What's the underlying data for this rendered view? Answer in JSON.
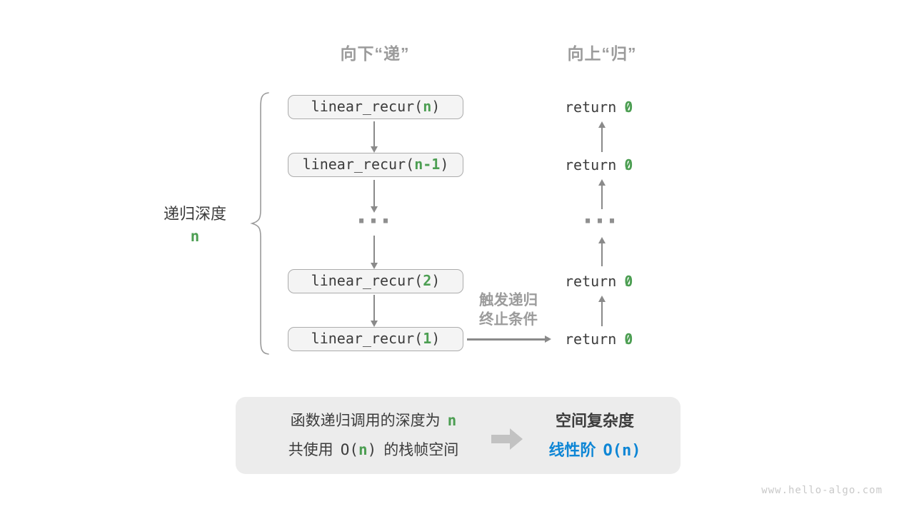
{
  "palette": {
    "green": "#4C9E52",
    "blue": "#0E86D5",
    "gray_text": "#9B9B9B",
    "dark_text": "#3C3C3C",
    "arrow": "#8A8A8A",
    "box_fill": "#F4F4F4",
    "box_border": "#ACACAC",
    "panel_fill": "#ECECEC",
    "block_arrow": "#C2C2C2",
    "brace": "#9A9A9A",
    "watermark": "#C9C9C9"
  },
  "headers": {
    "descend": "向下“递”",
    "ascend": "向上“归”"
  },
  "depth": {
    "label": "递归深度",
    "value": "n"
  },
  "ellipsis": "···",
  "calls": [
    {
      "prefix": "linear_recur(",
      "arg": "n",
      "suffix": ")"
    },
    {
      "prefix": "linear_recur(",
      "arg": "n-1",
      "suffix": ")"
    },
    {
      "prefix": "linear_recur(",
      "arg": "2",
      "suffix": ")"
    },
    {
      "prefix": "linear_recur(",
      "arg": "1",
      "suffix": ")"
    }
  ],
  "returns": [
    {
      "prefix": "return",
      "value": "0"
    },
    {
      "prefix": "return",
      "value": "0"
    },
    {
      "prefix": "return",
      "value": "0"
    },
    {
      "prefix": "return",
      "value": "0"
    }
  ],
  "base_case_note": {
    "line1": "触发递归",
    "line2": "终止条件"
  },
  "summary": {
    "depth_text": "函数递归调用的深度为",
    "depth_value": "n",
    "space_pre": "共使用",
    "big_o_open": "O(",
    "big_o_arg": "n",
    "big_o_close": ")",
    "space_post": "的栈帧空间",
    "title": "空间复杂度",
    "order_label": "线性阶",
    "order_value": "O(n)"
  },
  "watermark": "www.hello-algo.com"
}
